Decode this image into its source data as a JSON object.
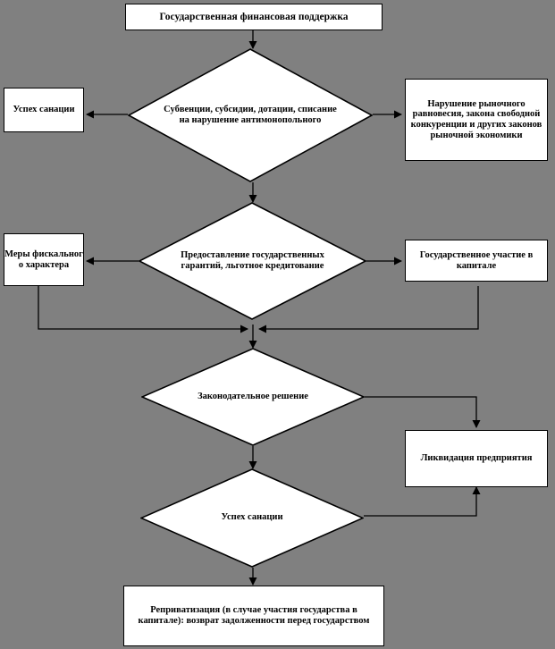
{
  "diagram": {
    "title": "Государственная финансовая поддержка",
    "background_color": "#808080",
    "node_fill": "#ffffff",
    "line_color": "#000000",
    "nodes": [
      {
        "id": "start",
        "shape": "rect",
        "text": "Государственная финансовая поддержка"
      },
      {
        "id": "subvention",
        "shape": "diamond",
        "text": "Субвенции, субсидии, дотации, списание на нарушение антимонопольного"
      },
      {
        "id": "success-left-1",
        "shape": "rect",
        "text": "Успех санации"
      },
      {
        "id": "market-violation",
        "shape": "rect",
        "text": "Нарушение рыночного равновесия, закона свободной конкуренции и других  законов рыночной экономики"
      },
      {
        "id": "state-guarantees",
        "shape": "diamond",
        "text": "Предоставление государственных гарантий, льготное кредитование"
      },
      {
        "id": "fiscal-measures",
        "shape": "rect",
        "text": "Меры фискальног о характера"
      },
      {
        "id": "state-capital",
        "shape": "rect",
        "text": "Государственное участие в капитале"
      },
      {
        "id": "legislative-decision",
        "shape": "diamond",
        "text": "Законодательное решение"
      },
      {
        "id": "liquidation",
        "shape": "rect",
        "text": "Ликвидация предприятия"
      },
      {
        "id": "success-sanation",
        "shape": "diamond",
        "text": "Успех санации"
      },
      {
        "id": "reprivatization",
        "shape": "rect",
        "text": "Реприватизация (в случае участия государства в капитале): возврат задолженности перед государством"
      }
    ]
  }
}
